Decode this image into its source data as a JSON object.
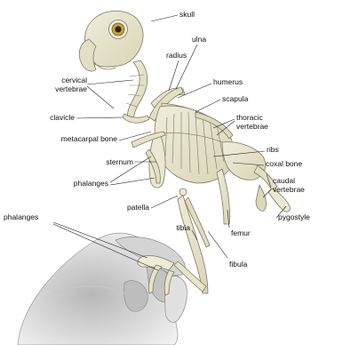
{
  "labels": {
    "skull": "skull",
    "radius": "radius",
    "ulna": "ulna",
    "humerus": "humerus",
    "scapula": "scapula",
    "cervical_vertebrae": "cervical\nvertebrae",
    "thoracic_vertebrae": "thoracic\nvertebrae",
    "clavicle": "clavicle",
    "metacarpal_bone": "metacarpal bone",
    "ribs": "ribs",
    "coxal_bone": "coxal bone",
    "sternum": "sternum",
    "caudal_vertebrae": "caudal\nvertebrae",
    "phalanges_wing": "phalanges",
    "patella": "patella",
    "pygostyle": "pygostyle",
    "phalanges_foot": "phalanges",
    "tibia": "tibia",
    "femur": "femur",
    "fibula": "fibula"
  },
  "colors": {
    "bone": "#e9e6cf",
    "bone_shadow": "#c9c5a8",
    "bone_outline": "#7d7a62",
    "hand": "#ececec",
    "hand_shadow": "#b9b9b9",
    "eye": "#c9a23a",
    "leader_line": "#222222"
  }
}
